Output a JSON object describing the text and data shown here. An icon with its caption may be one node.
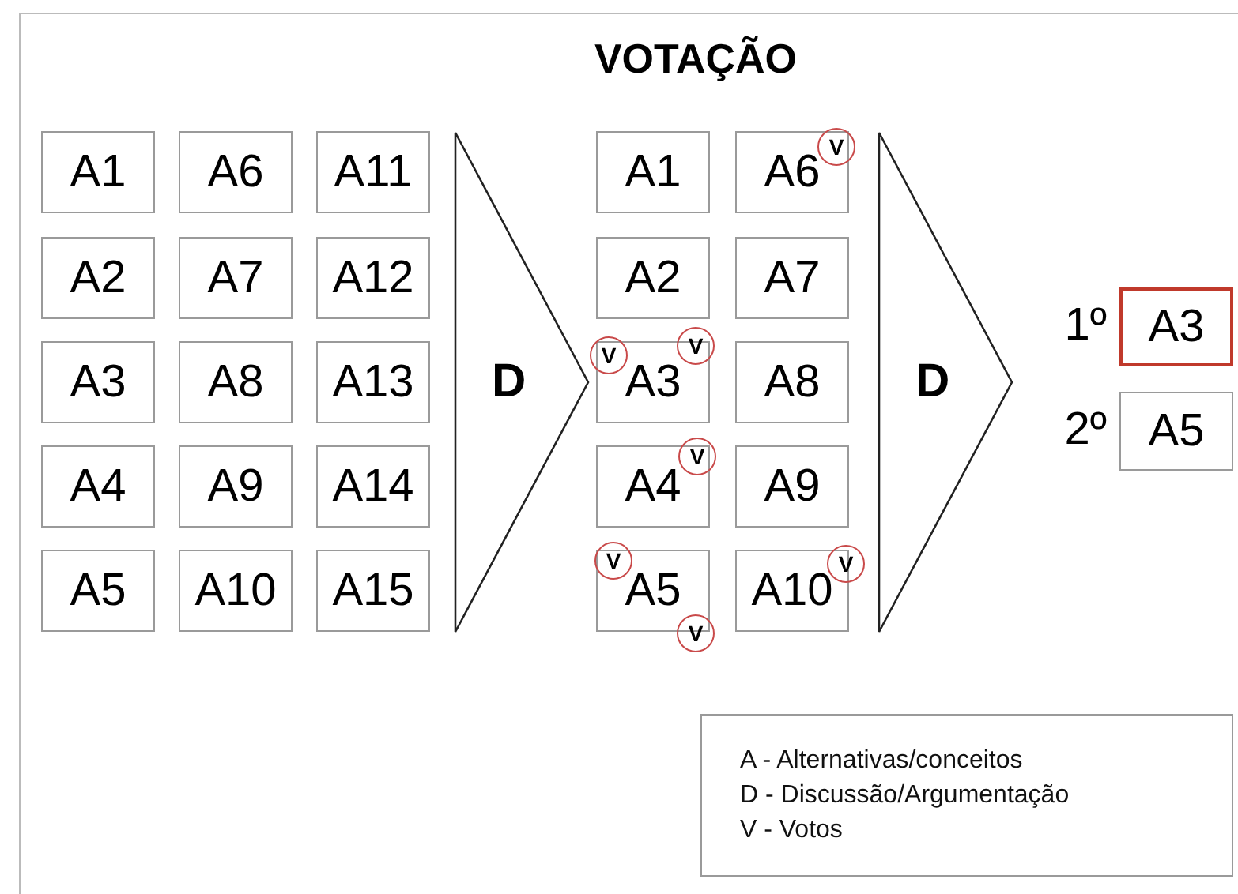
{
  "diagram": {
    "title": "VOTAÇÃO",
    "nodes": [
      {
        "text": [
          "A1"
        ]
      },
      {
        "text": [
          "A2"
        ]
      },
      {
        "text": [
          "A3"
        ]
      },
      {
        "text": [
          "A4"
        ]
      },
      {
        "text": [
          "A5"
        ]
      },
      {
        "text": [
          "A6"
        ]
      },
      {
        "text": [
          "A7"
        ]
      },
      {
        "text": [
          "A8"
        ]
      },
      {
        "text": [
          "A9"
        ]
      },
      {
        "text": [
          "A10"
        ]
      },
      {
        "text": [
          "A11"
        ]
      },
      {
        "text": [
          "A12"
        ]
      },
      {
        "text": [
          "A13"
        ]
      },
      {
        "text": [
          "A14"
        ]
      },
      {
        "text": [
          "A15"
        ]
      },
      {
        "text": [
          "D"
        ]
      },
      {
        "text": [
          "A1"
        ]
      },
      {
        "text": [
          "A2"
        ]
      },
      {
        "text": [
          "A3"
        ]
      },
      {
        "text": [
          "A4"
        ]
      },
      {
        "text": [
          "A5"
        ]
      },
      {
        "text": [
          "A6"
        ]
      },
      {
        "text": [
          "A7"
        ]
      },
      {
        "text": [
          "A8"
        ]
      },
      {
        "text": [
          "A9"
        ]
      },
      {
        "text": [
          "A10"
        ]
      },
      {
        "text": [
          "V"
        ]
      },
      {
        "text": [
          "V"
        ]
      },
      {
        "text": [
          "V"
        ]
      },
      {
        "text": [
          "V"
        ]
      },
      {
        "text": [
          "V"
        ]
      },
      {
        "text": [
          "V"
        ]
      },
      {
        "text": [
          "V"
        ]
      },
      {
        "text": [
          "D"
        ]
      },
      {
        "text": [
          "A3"
        ],
        "beside": [
          "1º"
        ]
      },
      {
        "text": [
          "A5"
        ],
        "beside": [
          "2º"
        ]
      },
      {
        "text": [
          "A - Alternativas/conceitos",
          "D - Discussão/Argumentação",
          "V - Votos"
        ]
      }
    ]
  }
}
